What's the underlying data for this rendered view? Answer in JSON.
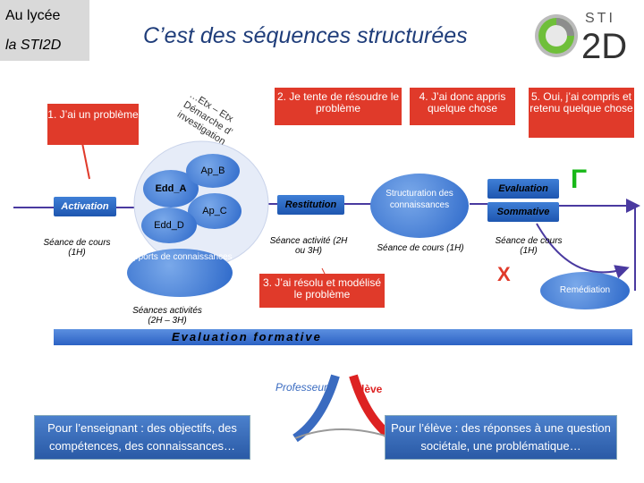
{
  "header": {
    "corner_line1": "Au lycée",
    "corner_line2": "la STI2D",
    "title": "C’est des séquences structurées",
    "logo_top": "STI",
    "logo_main": "2D"
  },
  "steps": {
    "step1": "1. J’ai un problème",
    "step2": "2. Je tente de résoudre le problème",
    "step3": "3. J’ai résolu et modélisé le problème",
    "step4": "4. J’ai donc appris quelque chose",
    "step5": "5. Oui, j’ai compris et retenu quelque chose"
  },
  "diagonal_label": "…Etx – Etx Démarche d’ investigation",
  "nodes": {
    "activation": "Activation",
    "edd_a": "Edd_A",
    "ap_b": "Ap_B",
    "ap_c": "Ap_C",
    "edd_d": "Edd_D",
    "apports": "Apports de connaissances",
    "restitution": "Restitution",
    "structuration": "Structuration des connaissances",
    "evaluation": "Evaluation",
    "sommative": "Sommative",
    "remediation": "Remédiation"
  },
  "captions": {
    "seance_cours_1": "Séance de cours (1H)",
    "seances_activites": "Séances activités (2H – 3H)",
    "seance_activite": "Séance activité (2H ou 3H)",
    "seance_cours_2": "Séance de cours (1H)",
    "seance_cours_3": "Séance de cours (1H)"
  },
  "marks": {
    "check": "Γ",
    "cross": "X"
  },
  "eval_formative": "Evaluation formative",
  "people": {
    "professeur": "Professeur",
    "eleve": "Elève"
  },
  "bottom": {
    "enseignant": "Pour l’enseignant : des objectifs, des compétences, des connaissances…",
    "eleve": "Pour l’élève : des réponses à une question sociétale, une problématique…"
  },
  "colors": {
    "red": "#e03a2a",
    "blue": "#2a66c8",
    "title": "#1f3d7a",
    "green": "#18b818"
  }
}
